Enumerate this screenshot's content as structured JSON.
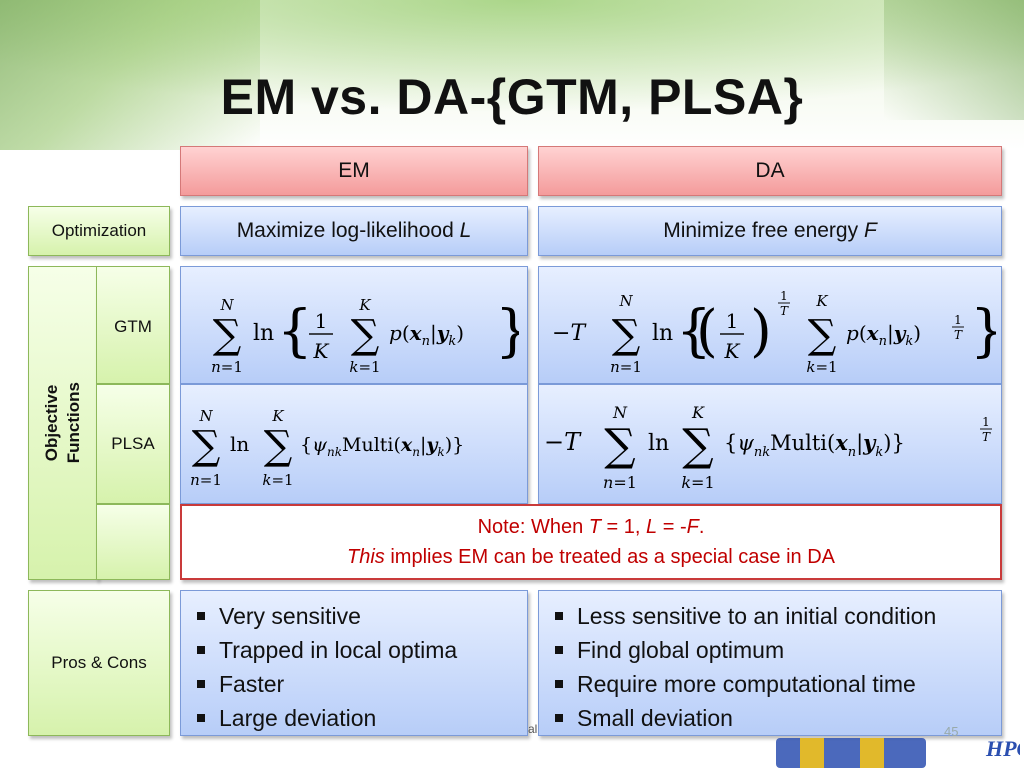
{
  "title": "EM vs. DA-{GTM, PLSA}",
  "columns": {
    "em": "EM",
    "da": "DA"
  },
  "optimization": {
    "label": "Optimization",
    "em_text": "Maximize log-likelihood ",
    "em_var": "L",
    "da_text": "Minimize free energy ",
    "da_var": "F"
  },
  "objective": {
    "label_line1": "Objective",
    "label_line2": "Functions",
    "gtm_label": "GTM",
    "plsa_label": "PLSA"
  },
  "note": {
    "line1_prefix": "Note: When ",
    "line1_T": "T",
    "line1_mid": " = 1, ",
    "line1_L": "L",
    "line1_eq": " = -",
    "line1_F": "F",
    "line1_end": ".",
    "line2_this": "This",
    "line2_rest": " implies EM can be treated as a special case in DA"
  },
  "pros_cons": {
    "label": "Pros & Cons",
    "em_items": [
      "Very sensitive",
      "Trapped in local optima",
      "Faster",
      "Large deviation"
    ],
    "da_items": [
      "Less sensitive to an initial condition",
      "Find global optimum",
      "Require more computational time",
      "Small deviation"
    ]
  },
  "footer": {
    "page_number": "45",
    "logo_text": "HPC",
    "fragment": "al"
  },
  "colors": {
    "header_red": "#f49b9b",
    "green_cell": "#d6f2ac",
    "blue_cell": "#b7cdf8",
    "note_red": "#c00000"
  }
}
